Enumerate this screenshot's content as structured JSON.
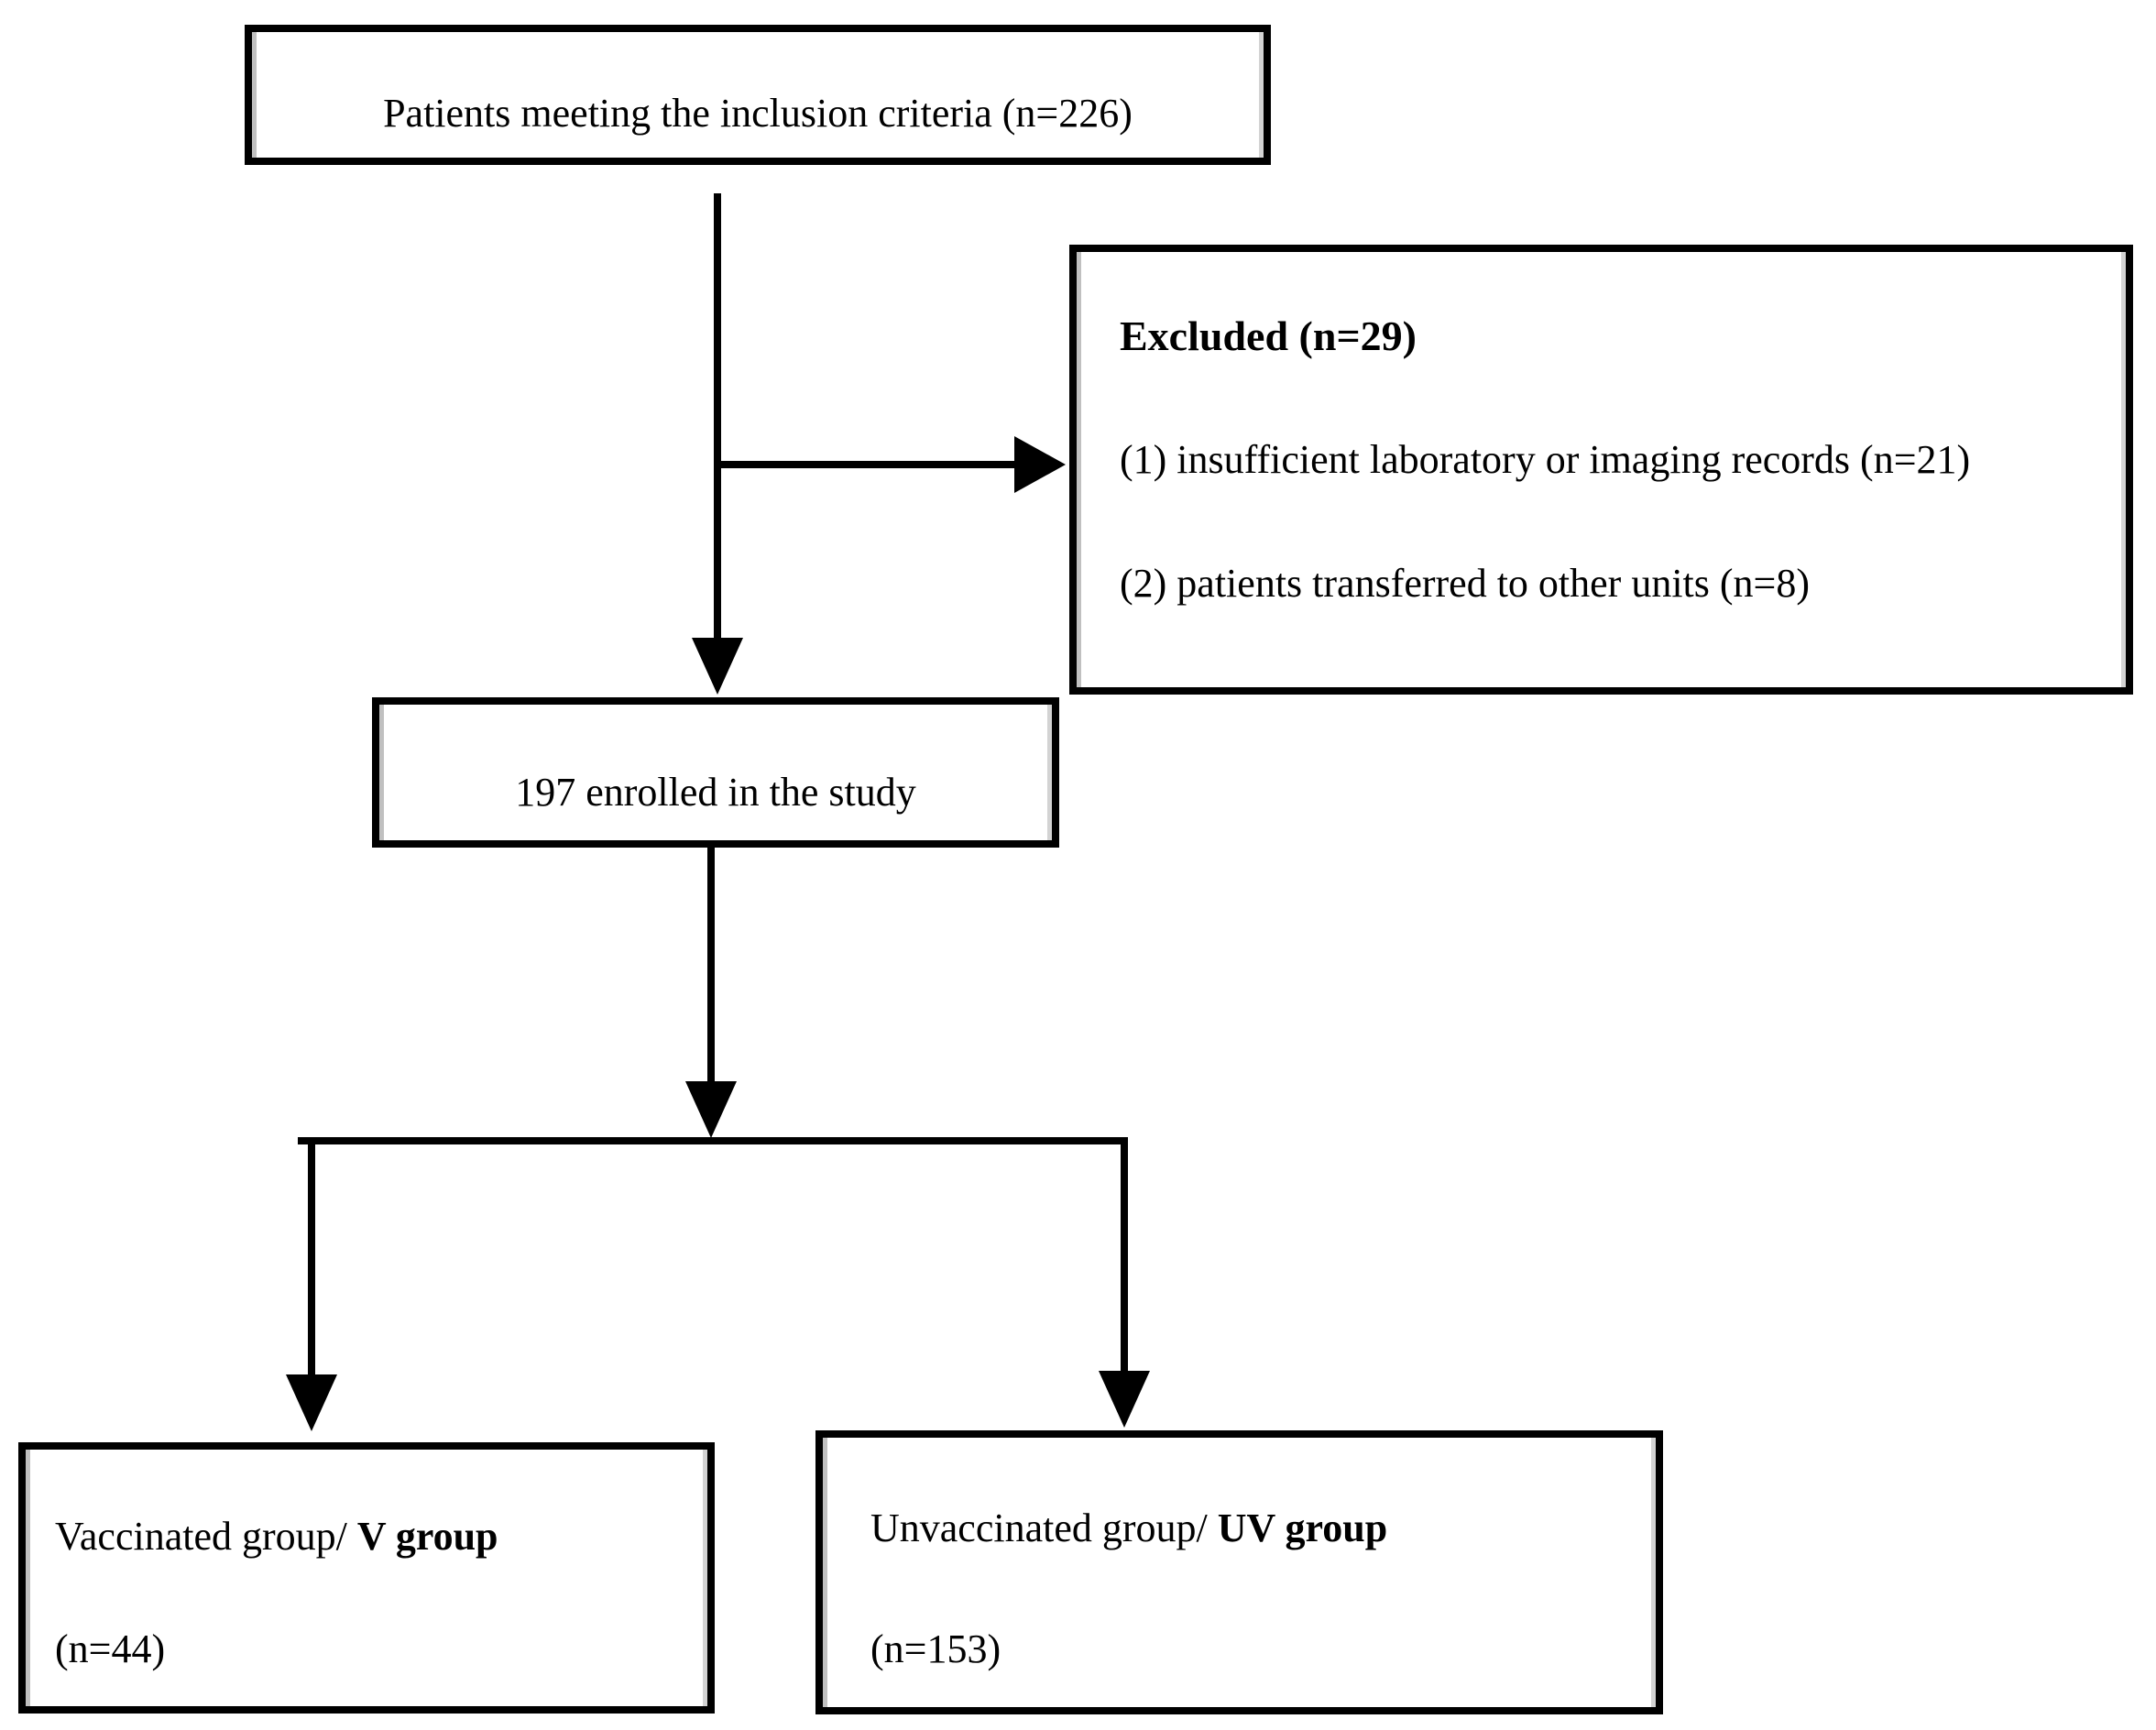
{
  "figure": {
    "colors": {
      "line": "#000000",
      "background": "#ffffff",
      "text": "#000000"
    },
    "inclusion_box": {
      "label": "Patients meeting the inclusion criteria (n=226)"
    },
    "excluded_box": {
      "title": "Excluded (n=29)",
      "reasons": [
        "(1) insufficient laboratory or imaging records (n=21)",
        "(2) patients transferred to other units (n=8)"
      ]
    },
    "enrolled_box": {
      "label": "197 enrolled in the study"
    },
    "vaccinated_box": {
      "label_prefix": "Vaccinated group/ ",
      "label_bold": "V group",
      "count": "(n=44)"
    },
    "unvaccinated_box": {
      "label_prefix": "Unvaccinated group/ ",
      "label_bold": "UV group",
      "count": "(n=153)"
    }
  }
}
